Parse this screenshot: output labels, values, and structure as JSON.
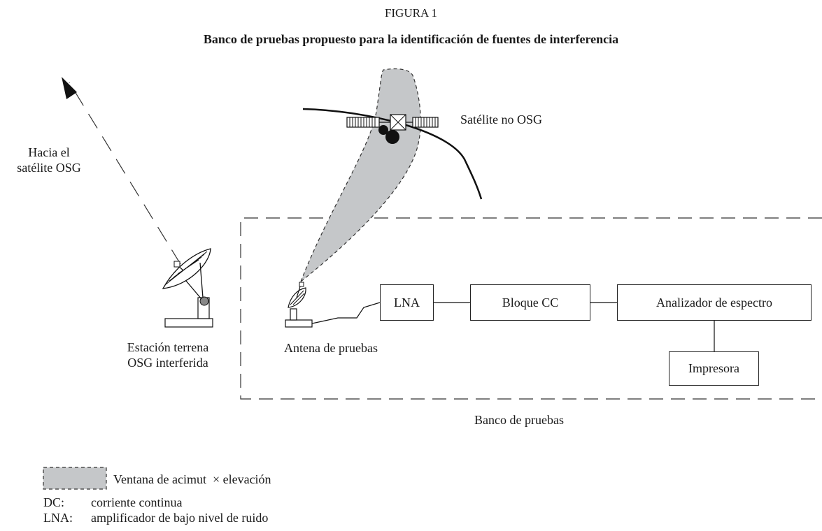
{
  "figure": {
    "label": "FIGURA 1",
    "title": "Banco de pruebas propuesto para la identificación de fuentes de interferencia"
  },
  "labels": {
    "towards_geo": [
      "Hacia el",
      "satélite OSG"
    ],
    "non_geo_satellite": "Satélite no OSG",
    "earth_station": [
      "Estación terrena",
      "OSG interferida"
    ],
    "test_antenna": "Antena de pruebas",
    "test_bench": "Banco de pruebas"
  },
  "blocks": {
    "lna": "LNA",
    "dc_block": "Bloque CC",
    "spectrum_analyzer": "Analizador de espectro",
    "printer": "Impresora"
  },
  "legend": {
    "window": "Ventana de acimut  × elevación",
    "dc_abbr": "DC:",
    "dc_text": "corriente continua",
    "lna_abbr": "LNA:",
    "lna_text": "amplificador de bajo nivel de ruido"
  },
  "colors": {
    "window_fill": "#c5c7c9",
    "line": "#1a1a1a"
  }
}
